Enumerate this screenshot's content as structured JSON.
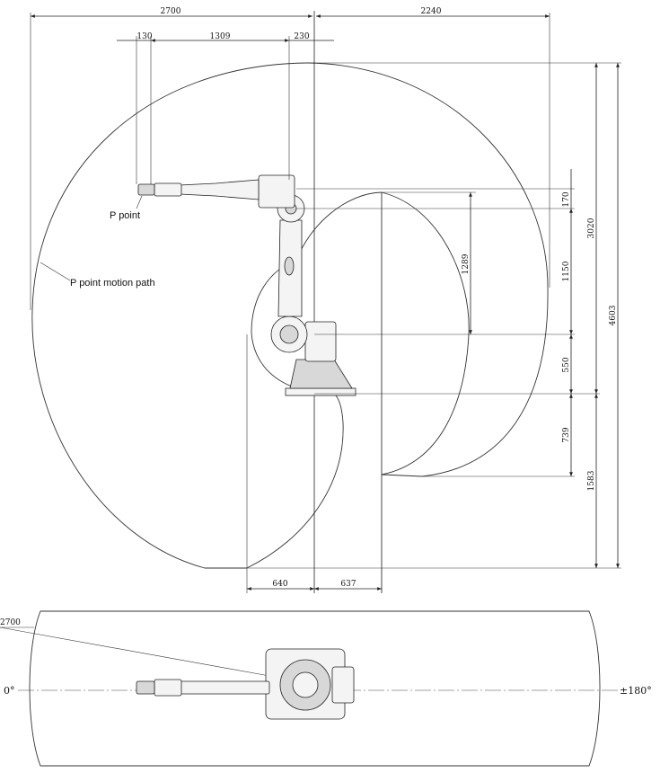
{
  "side_view": {
    "dims": {
      "top_left_width": "2700",
      "top_right_width": "2240",
      "wrist_offset": "130",
      "forearm_length": "1309",
      "arm_offset": "230",
      "v_170": "170",
      "v_1289": "1289",
      "v_1150": "1150",
      "v_3020": "3020",
      "v_4603": "4603",
      "v_550": "550",
      "v_739": "739",
      "v_1583": "1583",
      "bottom_left": "640",
      "bottom_right": "637"
    },
    "labels": {
      "p_point": "P point",
      "motion_path": "P point motion path"
    }
  },
  "top_view": {
    "radius_dim": "2700",
    "left_angle": "0°",
    "right_angle": "±180°"
  },
  "colors": {
    "line": "#222222",
    "background": "#ffffff"
  }
}
